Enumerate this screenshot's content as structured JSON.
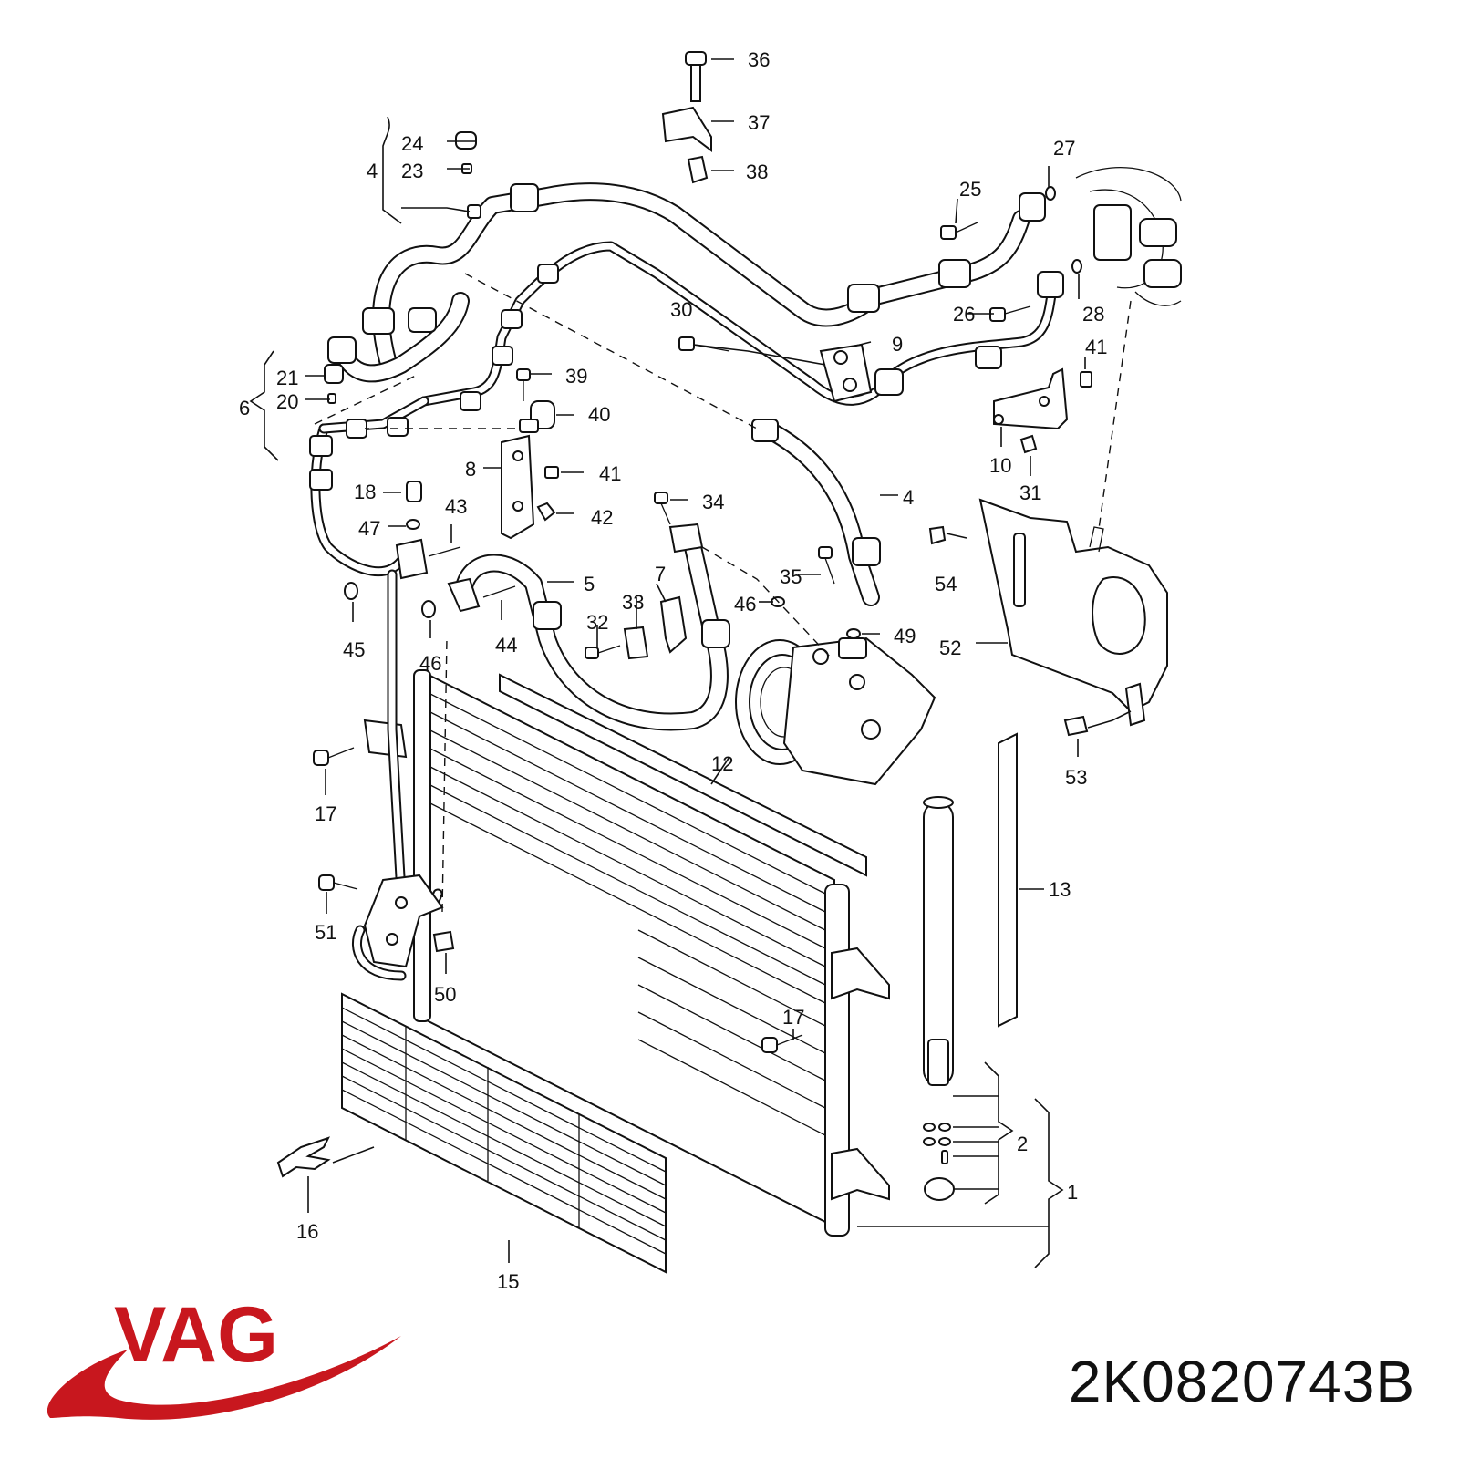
{
  "brand": {
    "name": "VAG",
    "color": "#c8171e"
  },
  "part_number": "2K0820743B",
  "callouts": [
    {
      "id": "c36",
      "label": "36"
    },
    {
      "id": "c37",
      "label": "37"
    },
    {
      "id": "c38",
      "label": "38"
    },
    {
      "id": "c24",
      "label": "24"
    },
    {
      "id": "c23",
      "label": "23"
    },
    {
      "id": "c4a",
      "label": "4"
    },
    {
      "id": "c27",
      "label": "27"
    },
    {
      "id": "c25",
      "label": "25"
    },
    {
      "id": "c26",
      "label": "26"
    },
    {
      "id": "c28",
      "label": "28"
    },
    {
      "id": "c30",
      "label": "30"
    },
    {
      "id": "c9",
      "label": "9"
    },
    {
      "id": "c41a",
      "label": "41"
    },
    {
      "id": "c21",
      "label": "21"
    },
    {
      "id": "c20",
      "label": "20"
    },
    {
      "id": "c6",
      "label": "6"
    },
    {
      "id": "c39",
      "label": "39"
    },
    {
      "id": "c40",
      "label": "40"
    },
    {
      "id": "c10",
      "label": "10"
    },
    {
      "id": "c31",
      "label": "31"
    },
    {
      "id": "c8",
      "label": "8"
    },
    {
      "id": "c41b",
      "label": "41"
    },
    {
      "id": "c18",
      "label": "18"
    },
    {
      "id": "c42",
      "label": "42"
    },
    {
      "id": "c34",
      "label": "34"
    },
    {
      "id": "c4b",
      "label": "4"
    },
    {
      "id": "c43",
      "label": "43"
    },
    {
      "id": "c47",
      "label": "47"
    },
    {
      "id": "c54",
      "label": "54"
    },
    {
      "id": "c5",
      "label": "5"
    },
    {
      "id": "c7",
      "label": "7"
    },
    {
      "id": "c35",
      "label": "35"
    },
    {
      "id": "c33",
      "label": "33"
    },
    {
      "id": "c32",
      "label": "32"
    },
    {
      "id": "c46a",
      "label": "46"
    },
    {
      "id": "c45",
      "label": "45"
    },
    {
      "id": "c46b",
      "label": "46"
    },
    {
      "id": "c44",
      "label": "44"
    },
    {
      "id": "c49",
      "label": "49"
    },
    {
      "id": "c52",
      "label": "52"
    },
    {
      "id": "c12",
      "label": "12"
    },
    {
      "id": "c17a",
      "label": "17"
    },
    {
      "id": "c53",
      "label": "53"
    },
    {
      "id": "c13",
      "label": "13"
    },
    {
      "id": "c51",
      "label": "51"
    },
    {
      "id": "c50",
      "label": "50"
    },
    {
      "id": "c17b",
      "label": "17"
    },
    {
      "id": "c2",
      "label": "2"
    },
    {
      "id": "c1",
      "label": "1"
    },
    {
      "id": "c16",
      "label": "16"
    },
    {
      "id": "c15",
      "label": "15"
    }
  ]
}
